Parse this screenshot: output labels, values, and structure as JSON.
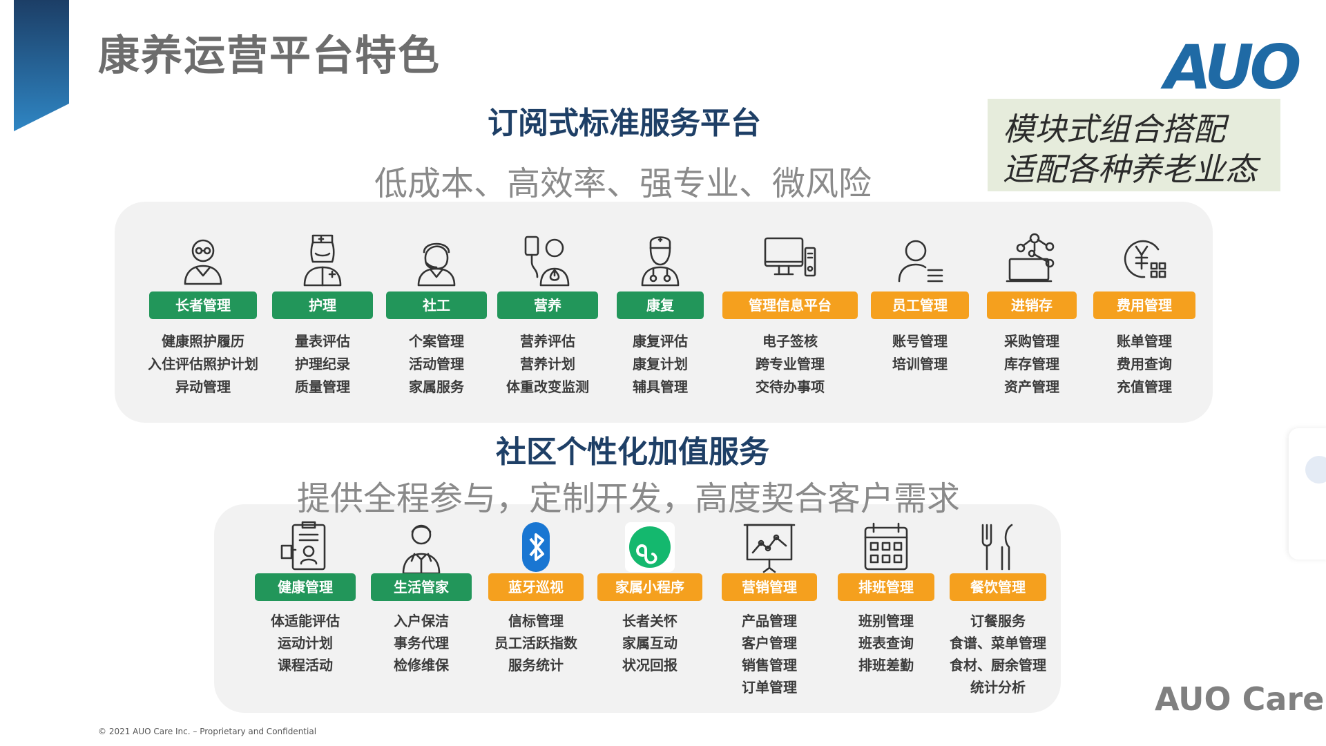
{
  "page": {
    "title": "康养运营平台特色",
    "logo": "AUO",
    "brand": "AUO Care",
    "copyright": "© 2021 AUO Care Inc. – Proprietary and Confidential"
  },
  "tagbox": {
    "line1": "模块式组合搭配",
    "line2": "适配各种养老业态"
  },
  "section1": {
    "heading": "订阅式标准服务平台",
    "subtitle": "低成本、高效率、强专业、微风险",
    "features": [
      {
        "label": "长者管理",
        "icon": "elderly-person-icon",
        "color": "green",
        "items": [
          "健康照护履历",
          "入住评估照护计划",
          "异动管理"
        ]
      },
      {
        "label": "护理",
        "icon": "nurse-icon",
        "color": "green",
        "items": [
          "量表评估",
          "护理纪录",
          "质量管理"
        ]
      },
      {
        "label": "社工",
        "icon": "social-worker-headset-icon",
        "color": "green",
        "items": [
          "个案管理",
          "活动管理",
          "家属服务"
        ]
      },
      {
        "label": "营养",
        "icon": "nutrition-iv-icon",
        "color": "green",
        "items": [
          "营养评估",
          "营养计划",
          "体重改变监测"
        ]
      },
      {
        "label": "康复",
        "icon": "doctor-icon",
        "color": "green",
        "items": [
          "康复评估",
          "康复计划",
          "辅具管理"
        ]
      },
      {
        "label": "管理信息平台",
        "icon": "desktop-computer-icon",
        "color": "orange",
        "items": [
          "电子签核",
          "跨专业管理",
          "交待办事项"
        ]
      },
      {
        "label": "员工管理",
        "icon": "staff-user-icon",
        "color": "orange",
        "items": [
          "账号管理",
          "培训管理"
        ]
      },
      {
        "label": "进销存",
        "icon": "inventory-network-icon",
        "color": "orange",
        "items": [
          "采购管理",
          "库存管理",
          "资产管理"
        ]
      },
      {
        "label": "费用管理",
        "icon": "yuan-coin-icon",
        "color": "orange",
        "items": [
          "账单管理",
          "费用查询",
          "充值管理"
        ]
      }
    ]
  },
  "section2": {
    "heading": "社区个性化加值服务",
    "subtitle": "提供全程参与，定制开发，高度契合客户需求",
    "features": [
      {
        "label": "健康管理",
        "icon": "health-report-icon",
        "color": "green",
        "items": [
          "体适能评估",
          "运动计划",
          "课程活动"
        ]
      },
      {
        "label": "生活管家",
        "icon": "butler-icon",
        "color": "green",
        "items": [
          "入户保洁",
          "事务代理",
          "检修维保"
        ]
      },
      {
        "label": "蓝牙巡视",
        "icon": "bluetooth-icon",
        "color": "orange",
        "items": [
          "信标管理",
          "员工活跃指数",
          "服务统计"
        ]
      },
      {
        "label": "家属小程序",
        "icon": "mini-program-icon",
        "color": "orange",
        "items": [
          "长者关怀",
          "家属互动",
          "状况回报"
        ]
      },
      {
        "label": "营销管理",
        "icon": "presentation-chart-icon",
        "color": "orange",
        "items": [
          "产品管理",
          "客户管理",
          "销售管理",
          "订单管理"
        ]
      },
      {
        "label": "排班管理",
        "icon": "calendar-icon",
        "color": "orange",
        "items": [
          "班别管理",
          "班表查询",
          "排班差勤"
        ]
      },
      {
        "label": "餐饮管理",
        "icon": "fork-knife-icon",
        "color": "orange",
        "items": [
          "订餐服务",
          "食谱、菜单管理",
          "食材、厨余管理",
          "统计分析"
        ]
      }
    ]
  },
  "colors": {
    "green": "#22965a",
    "orange": "#f5a01e",
    "heading": "#1e3f66",
    "logo": "#1f6aa5",
    "panel": "#f2f2f2"
  }
}
